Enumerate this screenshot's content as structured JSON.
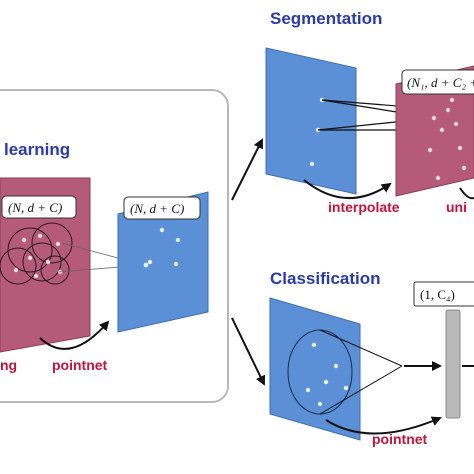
{
  "titles": {
    "segmentation": "Segmentation",
    "classification": "Classification",
    "learning": "learning"
  },
  "labels": {
    "pointnet_left": "pointnet",
    "grouping_partial": "ng",
    "interpolate": "interpolate",
    "unit_partial": "uni",
    "pointnet_bottom": "pointnet"
  },
  "math": {
    "box_left": "(N, d + C)",
    "box_mid": "(N, d + C)",
    "box_seg": "(N₁, d + C₂ +",
    "box_cls": "(1, C₄)"
  },
  "colors": {
    "plane_blue": "#5b8fd6",
    "plane_red": "#b55a78",
    "title_blue": "#2a3aa8",
    "label_red": "#c0143c"
  }
}
